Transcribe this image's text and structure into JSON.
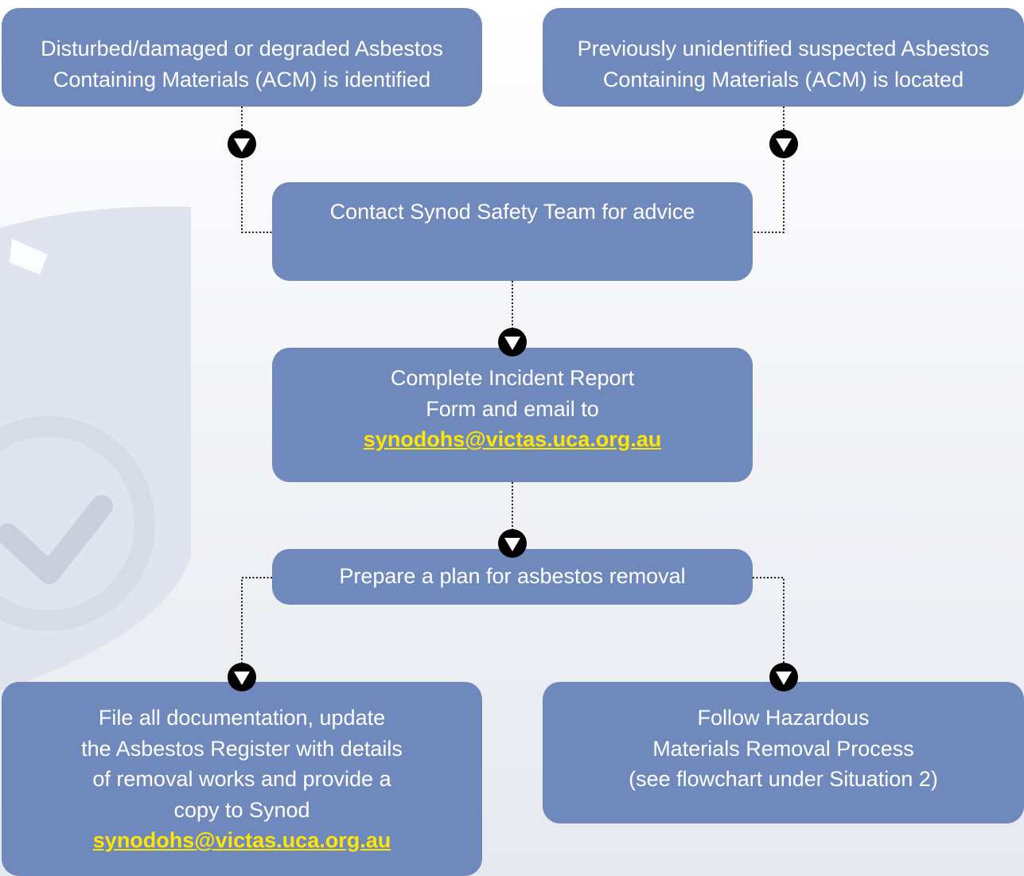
{
  "flowchart": {
    "nodes": [
      {
        "id": "disturbed-acm",
        "lines": [
          "Disturbed/damaged or degraded Asbestos",
          "Containing Materials (ACM) is identified"
        ]
      },
      {
        "id": "unidentified-acm",
        "lines": [
          "Previously unidentified suspected Asbestos",
          "Containing Materials (ACM) is located"
        ]
      },
      {
        "id": "contact-safety",
        "lines": [
          "Contact Synod Safety Team for advice"
        ]
      },
      {
        "id": "incident-report",
        "lines": [
          "Complete Incident Report",
          "Form and email to"
        ],
        "email": "synodohs@victas.uca.org.au"
      },
      {
        "id": "plan-removal",
        "lines": [
          "Prepare a plan for asbestos removal"
        ]
      },
      {
        "id": "file-docs",
        "lines": [
          "File all documentation, update",
          "the Asbestos Register with details",
          "of removal works and provide a",
          "copy to Synod"
        ],
        "email": "synodohs@victas.uca.org.au"
      },
      {
        "id": "hazardous-process",
        "lines": [
          "Follow Hazardous",
          "Materials Removal Process",
          "(see flowchart under Situation 2)"
        ]
      }
    ]
  },
  "colors": {
    "box_fill": "#7089bd",
    "box_text": "#ffffff",
    "email_text": "#ffe600",
    "arrow": "#000000",
    "background_art": "#d6dbe6"
  },
  "icons": {
    "arrow": "down-triangle-circle-icon",
    "background": "shield-checkmark-icon"
  }
}
